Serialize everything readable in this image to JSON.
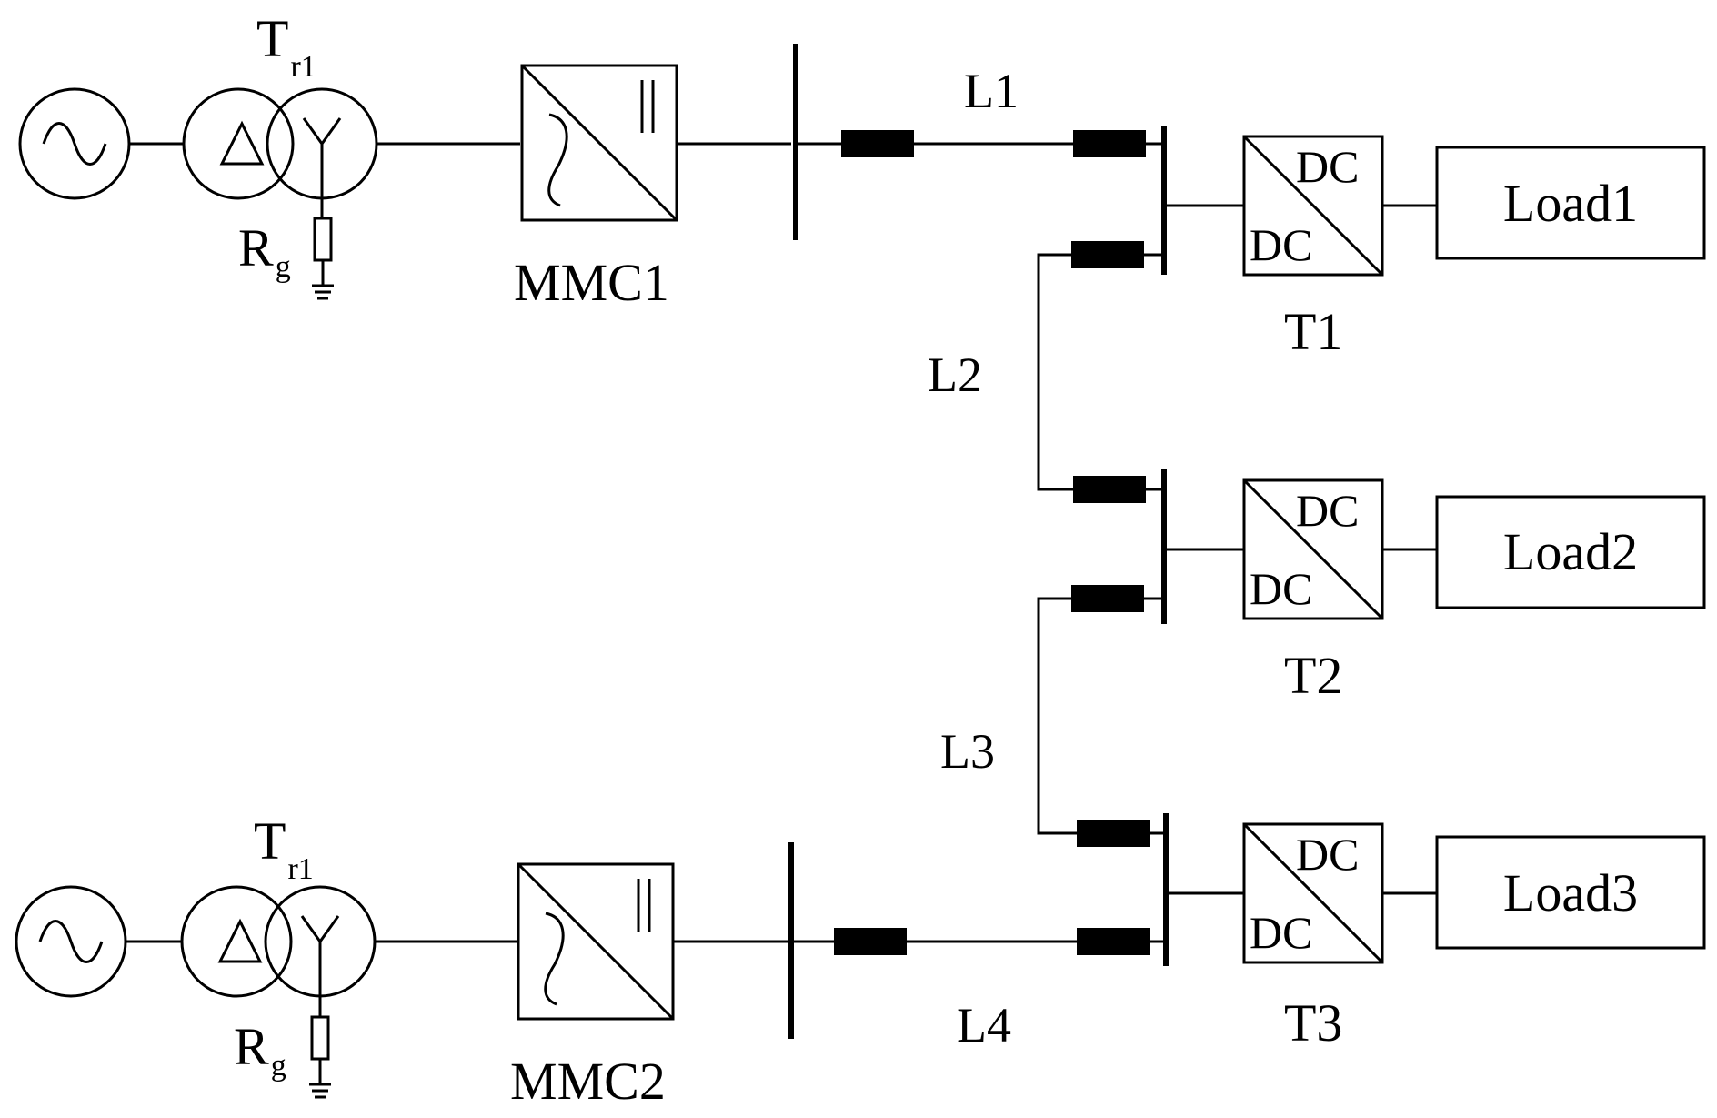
{
  "diagram": {
    "colors": {
      "line": "#000000",
      "background": "#ffffff"
    },
    "source_top": {
      "transformer_label": "T",
      "transformer_sub": "r1",
      "ground_res_label": "R",
      "ground_res_sub": "g",
      "converter_label": "MMC1"
    },
    "source_bottom": {
      "transformer_label": "T",
      "transformer_sub": "r1",
      "ground_res_label": "R",
      "ground_res_sub": "g",
      "converter_label": "MMC2"
    },
    "lines": {
      "l1": "L1",
      "l2": "L2",
      "l3": "L3",
      "l4": "L4"
    },
    "dcdc": {
      "t1": {
        "top": "DC",
        "bottom": "DC",
        "label": "T1"
      },
      "t2": {
        "top": "DC",
        "bottom": "DC",
        "label": "T2"
      },
      "t3": {
        "top": "DC",
        "bottom": "DC",
        "label": "T3"
      }
    },
    "loads": {
      "load1": "Load1",
      "load2": "Load2",
      "load3": "Load3"
    }
  }
}
